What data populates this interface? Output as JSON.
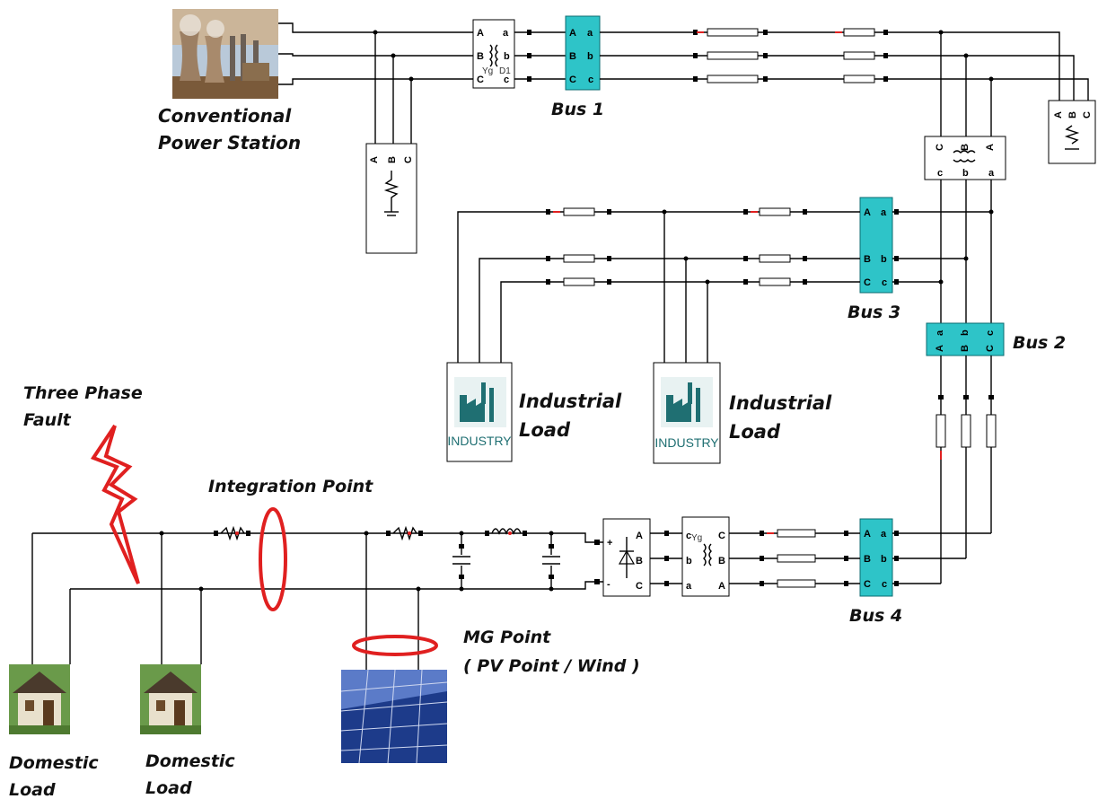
{
  "labels": {
    "conventional_l1": "Conventional",
    "conventional_l2": "Power Station",
    "bus1": "Bus 1",
    "bus2": "Bus 2",
    "bus3": "Bus 3",
    "bus4": "Bus 4",
    "industrial1_l1": "Industrial",
    "industrial1_l2": "Load",
    "industrial2_l1": "Industrial",
    "industrial2_l2": "Load",
    "fault_l1": "Three Phase",
    "fault_l2": "Fault",
    "integration_point": "Integration Point",
    "mg_point_l1": "MG Point",
    "mg_point_l2": "( PV Point / Wind )",
    "domestic1_l1": "Domestic",
    "domestic1_l2": "Load",
    "domestic2_l1": "Domestic",
    "domestic2_l2": "Load",
    "industry_text": "INDUSTRY"
  },
  "phases": {
    "upper": [
      "A",
      "B",
      "C"
    ],
    "lower": [
      "a",
      "b",
      "c"
    ]
  },
  "transformer": {
    "yg": "Yg",
    "d1": "D1"
  },
  "converter": {
    "plus": "+",
    "minus": "-"
  },
  "colors": {
    "bus": "#2ec4c8",
    "fault": "#e02020"
  }
}
